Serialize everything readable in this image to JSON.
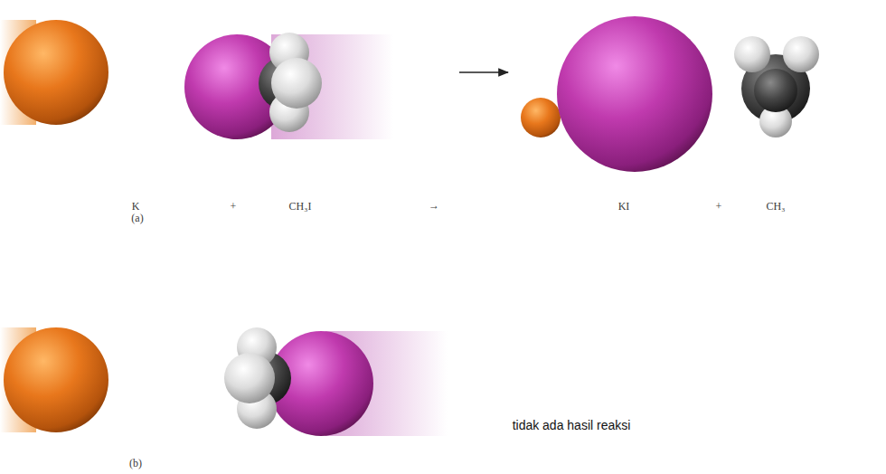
{
  "diagram": {
    "labels": [
      "K",
      "+",
      "CH₃I",
      "→",
      "KI",
      "+",
      "CH₃",
      "(a)",
      "(b)",
      "tidak ada hasil reaksi"
    ]
  }
}
